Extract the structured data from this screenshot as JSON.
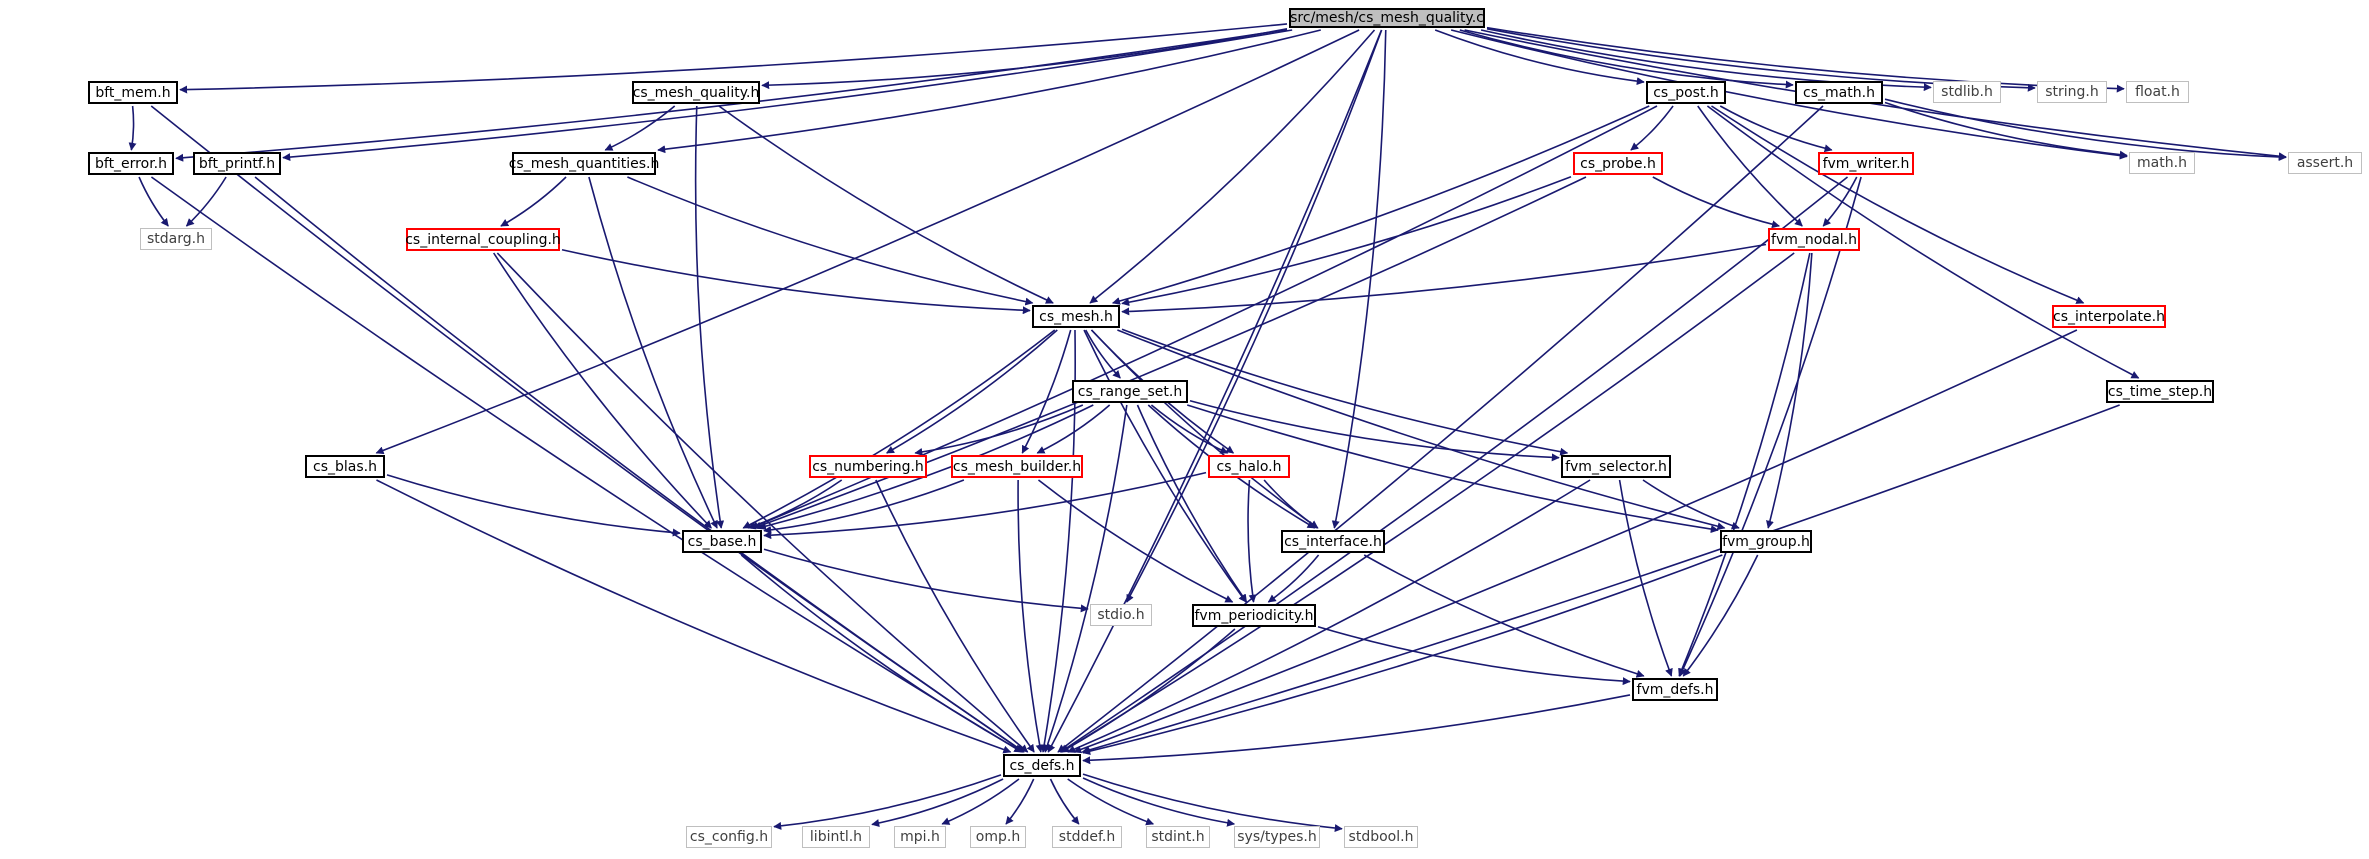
{
  "graph": {
    "type": "include-dependency-graph",
    "root": "src/mesh/cs_mesh_quality.c",
    "colors": {
      "edge": "#191970",
      "node_border_documented": "#000000",
      "node_border_truncated": "#ff0000",
      "node_border_external": "#bfbfbf",
      "root_fill": "#bfbfbf"
    },
    "nodes": {
      "root": "src/mesh/cs_mesh_quality.c",
      "bft_mem": "bft_mem.h",
      "bft_error": "bft_error.h",
      "bft_printf": "bft_printf.h",
      "stdarg": "stdarg.h",
      "cs_mesh_quality_h": "cs_mesh_quality.h",
      "cs_mesh_quantities": "cs_mesh_quantities.h",
      "cs_internal_coupling": "cs_internal_coupling.h",
      "cs_mesh": "cs_mesh.h",
      "cs_range_set": "cs_range_set.h",
      "cs_numbering": "cs_numbering.h",
      "cs_mesh_builder": "cs_mesh_builder.h",
      "cs_halo": "cs_halo.h",
      "cs_blas": "cs_blas.h",
      "cs_base": "cs_base.h",
      "cs_interface": "cs_interface.h",
      "stdio": "stdio.h",
      "fvm_periodicity": "fvm_periodicity.h",
      "fvm_selector": "fvm_selector.h",
      "fvm_group": "fvm_group.h",
      "fvm_defs": "fvm_defs.h",
      "cs_defs": "cs_defs.h",
      "cs_post": "cs_post.h",
      "cs_probe": "cs_probe.h",
      "fvm_writer": "fvm_writer.h",
      "fvm_nodal": "fvm_nodal.h",
      "cs_math": "cs_math.h",
      "math": "math.h",
      "assert": "assert.h",
      "stdlib": "stdlib.h",
      "string": "string.h",
      "float": "float.h",
      "cs_interpolate": "cs_interpolate.h",
      "cs_time_step": "cs_time_step.h",
      "cs_config": "cs_config.h",
      "libintl": "libintl.h",
      "mpi": "mpi.h",
      "omp": "omp.h",
      "stddef": "stddef.h",
      "stdint": "stdint.h",
      "sys_types": "sys/types.h",
      "stdbool": "stdbool.h"
    },
    "edges": [
      [
        "root",
        "bft_mem"
      ],
      [
        "root",
        "bft_error"
      ],
      [
        "root",
        "bft_printf"
      ],
      [
        "root",
        "cs_mesh_quality_h"
      ],
      [
        "root",
        "cs_mesh_quantities"
      ],
      [
        "root",
        "cs_blas"
      ],
      [
        "root",
        "cs_mesh"
      ],
      [
        "root",
        "stdio"
      ],
      [
        "root",
        "cs_interface"
      ],
      [
        "root",
        "cs_post"
      ],
      [
        "root",
        "cs_math"
      ],
      [
        "root",
        "stdlib"
      ],
      [
        "root",
        "string"
      ],
      [
        "root",
        "float"
      ],
      [
        "root",
        "math"
      ],
      [
        "root",
        "assert"
      ],
      [
        "root",
        "cs_defs"
      ],
      [
        "bft_mem",
        "bft_error"
      ],
      [
        "bft_mem",
        "cs_defs"
      ],
      [
        "bft_error",
        "stdarg"
      ],
      [
        "bft_error",
        "cs_defs"
      ],
      [
        "bft_printf",
        "stdarg"
      ],
      [
        "bft_printf",
        "cs_defs"
      ],
      [
        "cs_mesh_quality_h",
        "cs_mesh_quantities"
      ],
      [
        "cs_mesh_quality_h",
        "cs_base"
      ],
      [
        "cs_mesh_quality_h",
        "cs_mesh"
      ],
      [
        "cs_mesh_quantities",
        "cs_internal_coupling"
      ],
      [
        "cs_mesh_quantities",
        "cs_base"
      ],
      [
        "cs_mesh_quantities",
        "cs_mesh"
      ],
      [
        "cs_internal_coupling",
        "cs_mesh"
      ],
      [
        "cs_internal_coupling",
        "cs_base"
      ],
      [
        "cs_internal_coupling",
        "cs_defs"
      ],
      [
        "cs_mesh",
        "cs_range_set"
      ],
      [
        "cs_mesh",
        "cs_numbering"
      ],
      [
        "cs_mesh",
        "cs_mesh_builder"
      ],
      [
        "cs_mesh",
        "cs_halo"
      ],
      [
        "cs_mesh",
        "cs_interface"
      ],
      [
        "cs_mesh",
        "fvm_selector"
      ],
      [
        "cs_mesh",
        "fvm_group"
      ],
      [
        "cs_mesh",
        "fvm_periodicity"
      ],
      [
        "cs_mesh",
        "cs_base"
      ],
      [
        "cs_mesh",
        "cs_defs"
      ],
      [
        "cs_range_set",
        "cs_numbering"
      ],
      [
        "cs_range_set",
        "cs_mesh_builder"
      ],
      [
        "cs_range_set",
        "cs_halo"
      ],
      [
        "cs_range_set",
        "cs_interface"
      ],
      [
        "cs_range_set",
        "fvm_selector"
      ],
      [
        "cs_range_set",
        "fvm_group"
      ],
      [
        "cs_range_set",
        "fvm_periodicity"
      ],
      [
        "cs_range_set",
        "cs_base"
      ],
      [
        "cs_range_set",
        "cs_defs"
      ],
      [
        "cs_numbering",
        "cs_base"
      ],
      [
        "cs_numbering",
        "cs_defs"
      ],
      [
        "cs_mesh_builder",
        "cs_base"
      ],
      [
        "cs_mesh_builder",
        "fvm_periodicity"
      ],
      [
        "cs_mesh_builder",
        "cs_defs"
      ],
      [
        "cs_halo",
        "cs_base"
      ],
      [
        "cs_halo",
        "cs_interface"
      ],
      [
        "cs_halo",
        "fvm_periodicity"
      ],
      [
        "cs_blas",
        "cs_base"
      ],
      [
        "cs_blas",
        "cs_defs"
      ],
      [
        "cs_base",
        "stdio"
      ],
      [
        "cs_base",
        "cs_defs"
      ],
      [
        "cs_interface",
        "fvm_periodicity"
      ],
      [
        "cs_interface",
        "fvm_defs"
      ],
      [
        "fvm_periodicity",
        "cs_defs"
      ],
      [
        "fvm_periodicity",
        "fvm_defs"
      ],
      [
        "fvm_selector",
        "fvm_group"
      ],
      [
        "fvm_selector",
        "fvm_defs"
      ],
      [
        "fvm_selector",
        "cs_defs"
      ],
      [
        "fvm_group",
        "fvm_defs"
      ],
      [
        "fvm_group",
        "cs_defs"
      ],
      [
        "fvm_defs",
        "cs_defs"
      ],
      [
        "cs_post",
        "cs_probe"
      ],
      [
        "cs_post",
        "fvm_writer"
      ],
      [
        "cs_post",
        "fvm_nodal"
      ],
      [
        "cs_post",
        "cs_interpolate"
      ],
      [
        "cs_post",
        "cs_time_step"
      ],
      [
        "cs_post",
        "cs_base"
      ],
      [
        "cs_post",
        "cs_mesh"
      ],
      [
        "cs_probe",
        "fvm_nodal"
      ],
      [
        "cs_probe",
        "cs_mesh"
      ],
      [
        "cs_probe",
        "cs_base"
      ],
      [
        "fvm_writer",
        "fvm_nodal"
      ],
      [
        "fvm_writer",
        "fvm_defs"
      ],
      [
        "fvm_writer",
        "cs_defs"
      ],
      [
        "fvm_nodal",
        "cs_mesh"
      ],
      [
        "fvm_nodal",
        "fvm_group"
      ],
      [
        "fvm_nodal",
        "fvm_defs"
      ],
      [
        "fvm_nodal",
        "cs_defs"
      ],
      [
        "cs_math",
        "math"
      ],
      [
        "cs_math",
        "assert"
      ],
      [
        "cs_math",
        "cs_defs"
      ],
      [
        "cs_interpolate",
        "cs_defs"
      ],
      [
        "cs_time_step",
        "cs_defs"
      ],
      [
        "cs_defs",
        "cs_config"
      ],
      [
        "cs_defs",
        "libintl"
      ],
      [
        "cs_defs",
        "mpi"
      ],
      [
        "cs_defs",
        "omp"
      ],
      [
        "cs_defs",
        "stddef"
      ],
      [
        "cs_defs",
        "stdint"
      ],
      [
        "cs_defs",
        "sys_types"
      ],
      [
        "cs_defs",
        "stdbool"
      ]
    ]
  }
}
